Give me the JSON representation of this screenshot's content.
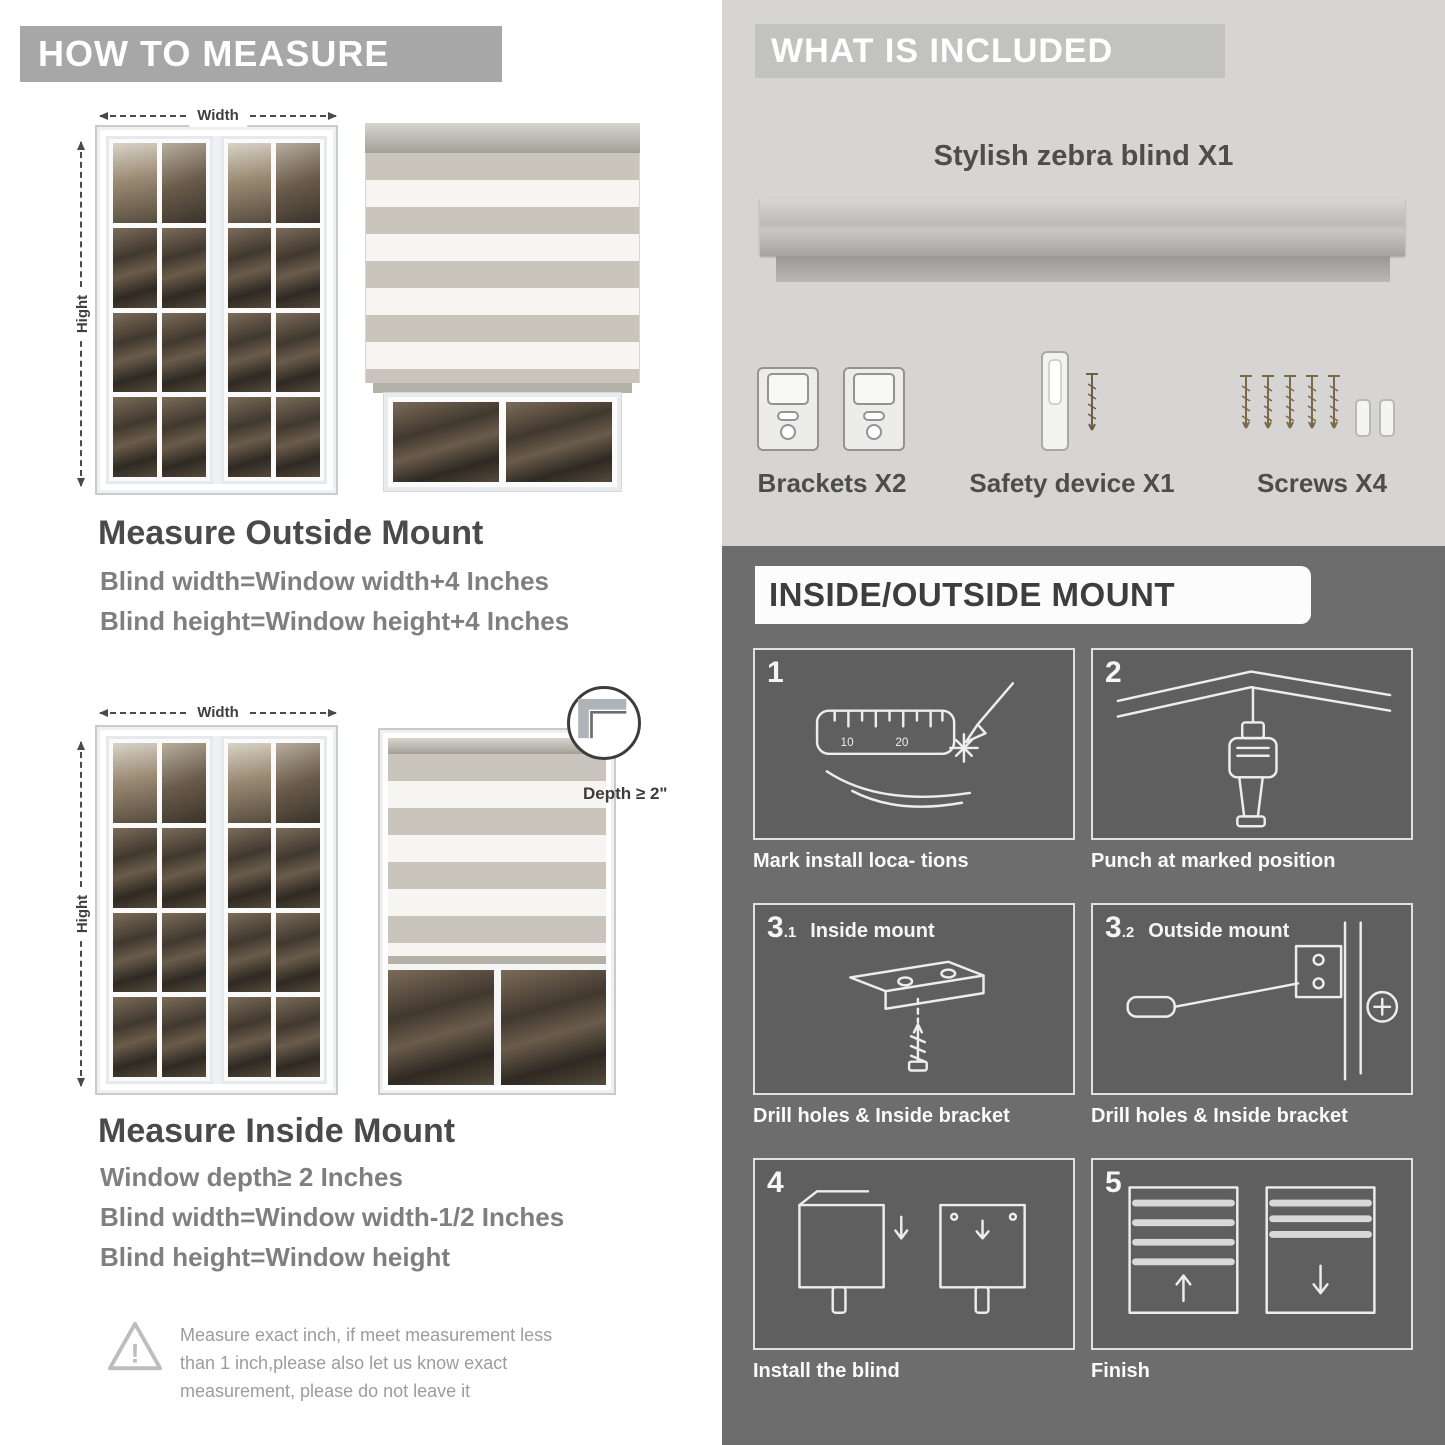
{
  "theme": {
    "banner_gray": "#a7a7a7",
    "light_section_bg": "#d6d5d3",
    "dark_section_bg": "#6d6d6d",
    "heading_text": "#4a4a4a",
    "body_text": "#7f7f7f"
  },
  "left": {
    "header": "HOW TO MEASURE",
    "outside": {
      "width_label": "Width",
      "height_label": "Hight",
      "title": "Measure Outside Mount",
      "line1": "Blind width=Window width+4 Inches",
      "line2": "Blind height=Window height+4 Inches"
    },
    "inside": {
      "width_label": "Width",
      "height_label": "Hight",
      "depth_label": "Depth ≥ 2\"",
      "title": "Measure Inside Mount",
      "line1": "Window depth≥ 2 Inches",
      "line2": "Blind width=Window width-1/2 Inches",
      "line3": "Blind height=Window height"
    },
    "note": {
      "lines": [
        "Measure exact inch, if meet measurement less",
        "than 1 inch,please also let us know exact",
        "measurement, please do not leave it"
      ]
    }
  },
  "right": {
    "included": {
      "header": "WHAT IS INCLUDED",
      "product": "Stylish zebra blind X1",
      "items": [
        {
          "name": "brackets",
          "label": "Brackets X2"
        },
        {
          "name": "safety-device",
          "label": "Safety device X1"
        },
        {
          "name": "screws",
          "label": "Screws X4"
        }
      ]
    },
    "mount": {
      "header": "INSIDE/OUTSIDE MOUNT",
      "steps": [
        {
          "num": "1",
          "sub": "",
          "title": "",
          "caption": "Mark install loca- tions"
        },
        {
          "num": "2",
          "sub": "",
          "title": "",
          "caption": "Punch at  marked position"
        },
        {
          "num": "3",
          "sub": ".1",
          "title": "Inside mount",
          "caption": "Drill holes &  Inside bracket"
        },
        {
          "num": "3",
          "sub": ".2",
          "title": "Outside mount",
          "caption": "Drill holes &  Inside bracket"
        },
        {
          "num": "4",
          "sub": "",
          "title": "",
          "caption": "Install the blind"
        },
        {
          "num": "5",
          "sub": "",
          "title": "",
          "caption": "Finish"
        }
      ]
    }
  }
}
